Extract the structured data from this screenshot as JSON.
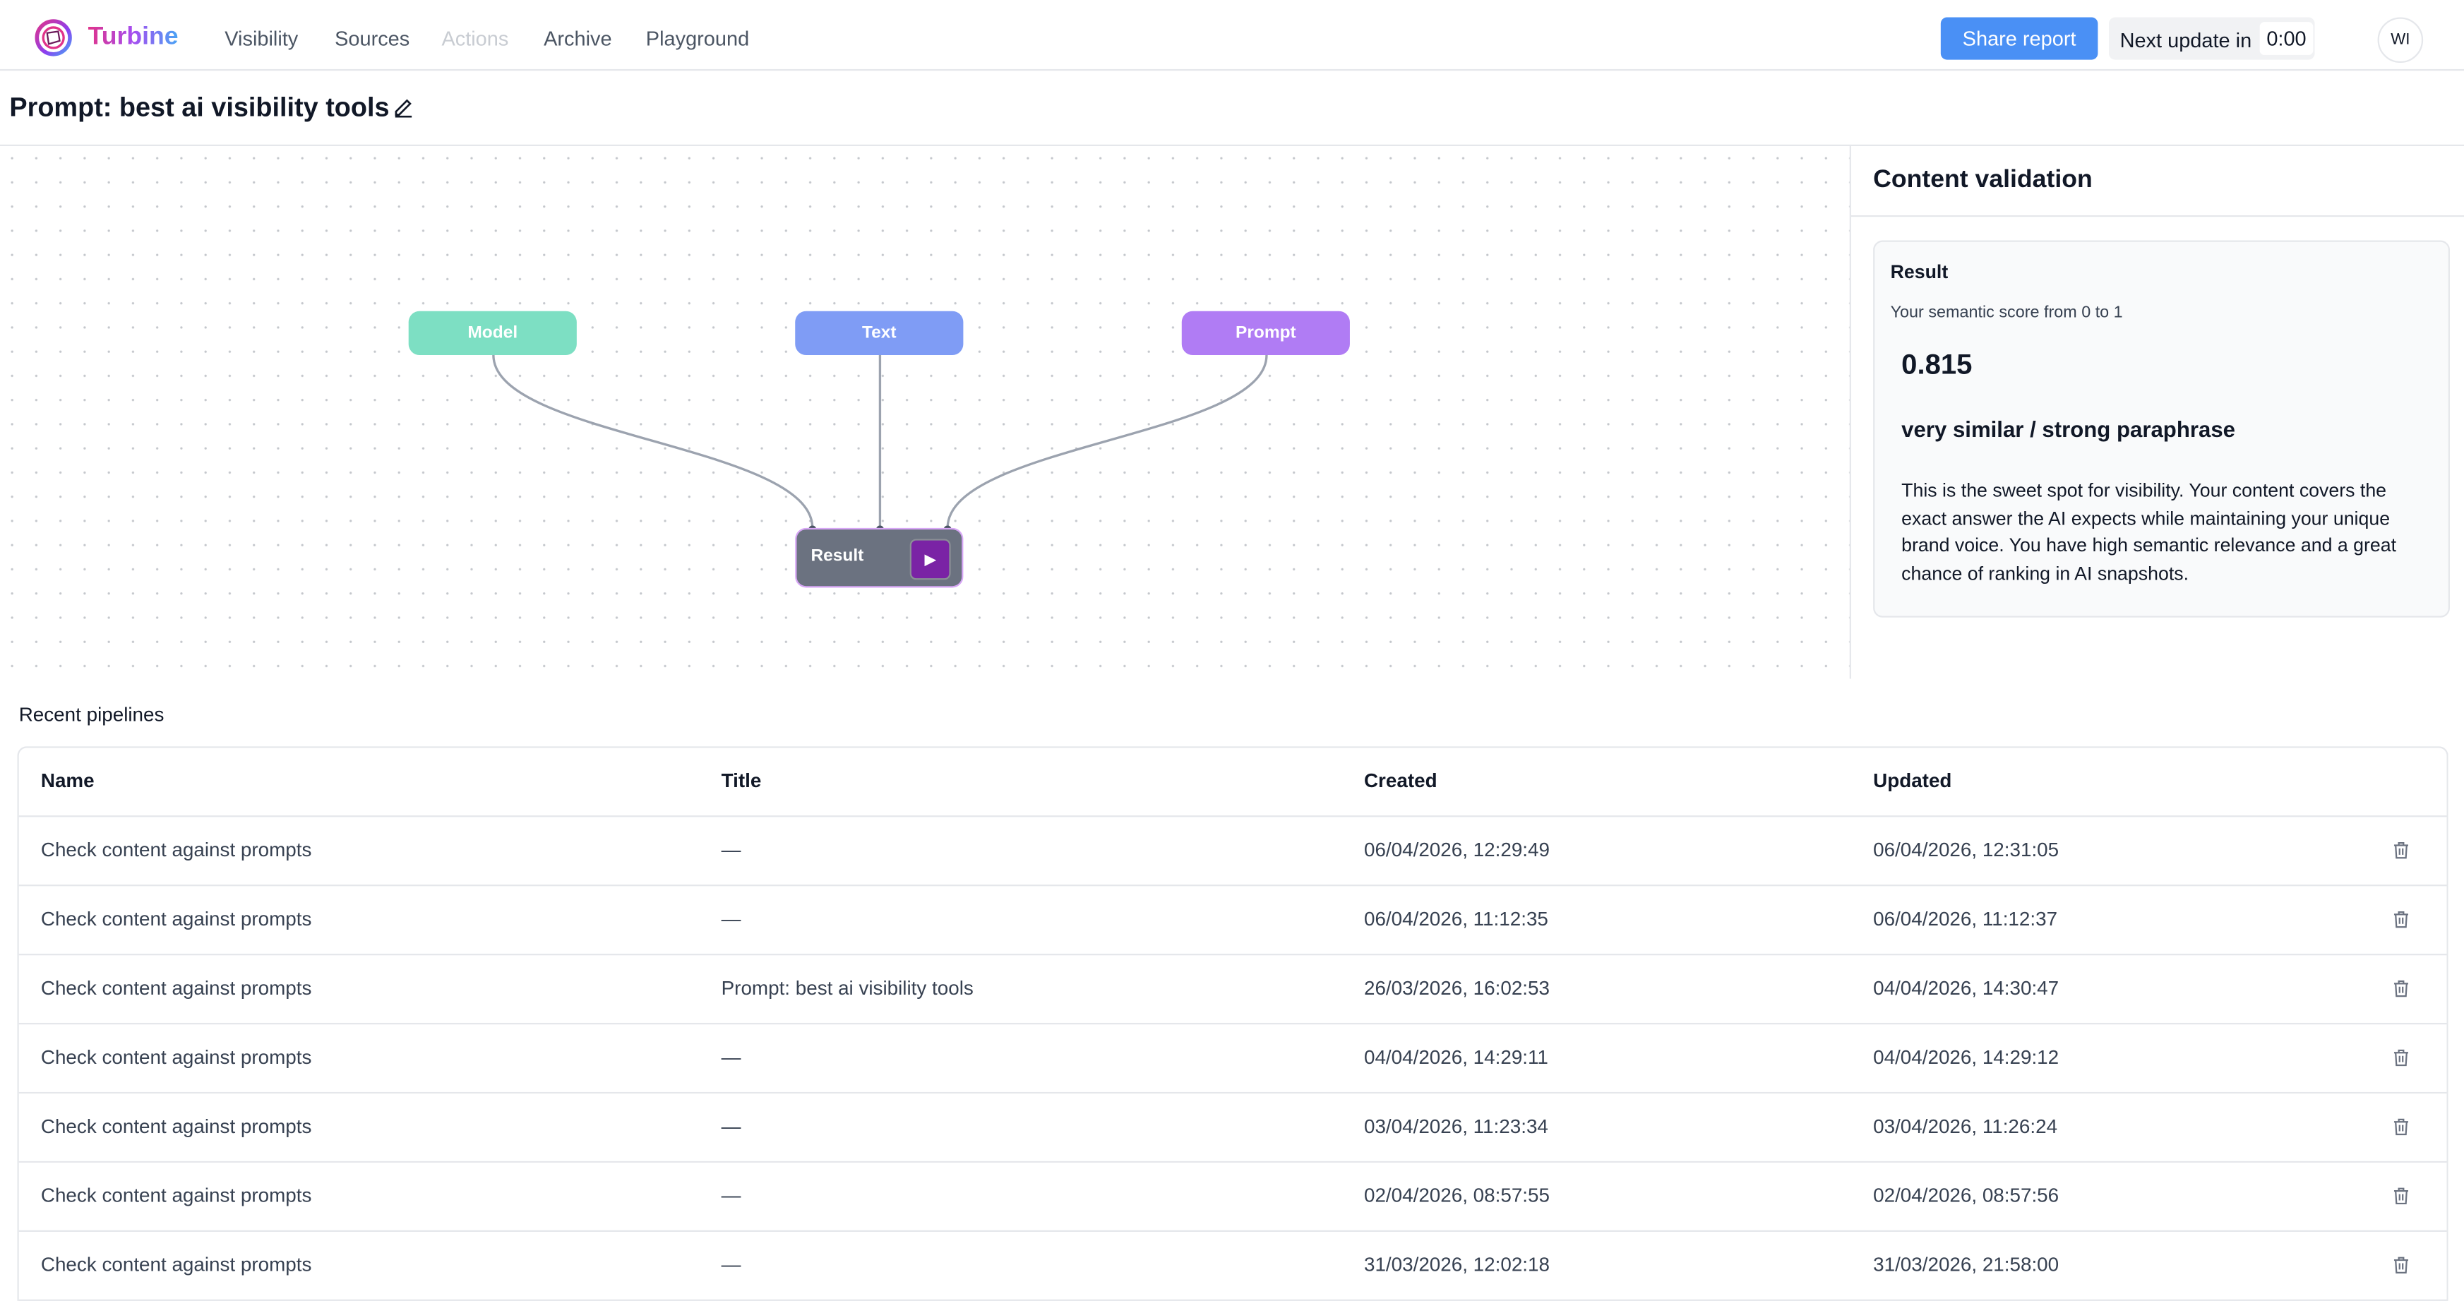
{
  "header": {
    "brand": "Turbine",
    "nav": [
      "Visibility",
      "Sources",
      "Actions",
      "Archive",
      "Playground"
    ],
    "nav_disabled": "Actions",
    "share_label": "Share report",
    "next_update_label": "Next update in",
    "next_update_value": "0:00",
    "avatar_initials": "WI"
  },
  "page": {
    "title": "Prompt: best ai visibility tools"
  },
  "canvas": {
    "nodes": [
      {
        "label": "Model",
        "color": "#7ddfc3"
      },
      {
        "label": "Text",
        "color": "#7f9cf5"
      },
      {
        "label": "Prompt",
        "color": "#b07cf4"
      }
    ],
    "result_label": "Result",
    "play_color": "#7a23a5"
  },
  "panel": {
    "heading": "Content validation",
    "card_title": "Result",
    "subtitle": "Your semantic score from 0 to 1",
    "score": "0.815",
    "verdict": "very similar / strong paraphrase",
    "description": "This is the sweet spot for visibility. Your content covers the exact answer the AI expects while maintaining your unique brand voice. You have high semantic relevance and a great chance of ranking in AI snapshots."
  },
  "pipelines": {
    "heading": "Recent pipelines",
    "columns": [
      "Name",
      "Title",
      "Created",
      "Updated"
    ],
    "rows": [
      [
        "Check content against prompts",
        "—",
        "06/04/2026, 12:29:49",
        "06/04/2026, 12:31:05"
      ],
      [
        "Check content against prompts",
        "—",
        "06/04/2026, 11:12:35",
        "06/04/2026, 11:12:37"
      ],
      [
        "Check content against prompts",
        "Prompt: best ai visibility tools",
        "26/03/2026, 16:02:53",
        "04/04/2026, 14:30:47"
      ],
      [
        "Check content against prompts",
        "—",
        "04/04/2026, 14:29:11",
        "04/04/2026, 14:29:12"
      ],
      [
        "Check content against prompts",
        "—",
        "03/04/2026, 11:23:34",
        "03/04/2026, 11:26:24"
      ],
      [
        "Check content against prompts",
        "—",
        "02/04/2026, 08:57:55",
        "02/04/2026, 08:57:56"
      ],
      [
        "Check content against prompts",
        "—",
        "31/03/2026, 12:02:18",
        "31/03/2026, 21:58:00"
      ]
    ]
  }
}
